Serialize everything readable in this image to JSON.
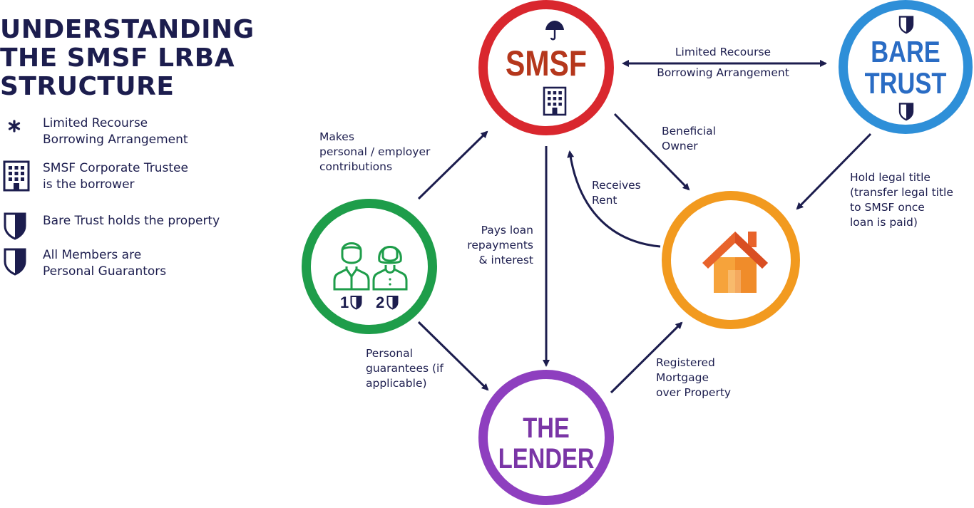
{
  "title": {
    "line1": "UNDERSTANDING",
    "line2": "THE SMSF LRBA",
    "line3": "STRUCTURE"
  },
  "legend": [
    {
      "icon": "asterisk-icon",
      "line1": "Limited Recourse",
      "line2": "Borrowing Arrangement"
    },
    {
      "icon": "building-icon",
      "line1": "SMSF Corporate Trustee",
      "line2": "is the borrower"
    },
    {
      "icon": "shield-icon",
      "line1": "Bare Trust holds the property",
      "line2": ""
    },
    {
      "icon": "shield-icon",
      "line1": "All Members are",
      "line2": "Personal Guarantors"
    }
  ],
  "nodes": {
    "smsf": {
      "label": "SMSF",
      "color": "#d9272e",
      "icons": [
        "umbrella-icon",
        "building-icon"
      ]
    },
    "bare_trust": {
      "line1": "BARE",
      "line2": "TRUST",
      "color": "#2e8fd8",
      "icons": [
        "shield-icon",
        "shield-icon"
      ]
    },
    "members": {
      "color": "#1e9d4a",
      "badge1": "1",
      "badge2": "2",
      "icons": [
        "man-icon",
        "woman-icon"
      ]
    },
    "lender": {
      "line1": "THE",
      "line2": "LENDER",
      "color": "#8e3fbf"
    },
    "property": {
      "color": "#f29a1f",
      "icons": [
        "house-icon"
      ]
    }
  },
  "connections": {
    "lrba": {
      "line1": "Limited Recourse",
      "line2": "Borrowing Arrangement"
    },
    "contributions": {
      "line1": "Makes",
      "line2": "personal / employer",
      "line3": "contributions"
    },
    "beneficial": {
      "line1": "Beneficial",
      "line2": "Owner"
    },
    "legal_title": {
      "line1": "Hold legal title",
      "line2": "(transfer legal title",
      "line3": "to SMSF once",
      "line4": "loan is paid)"
    },
    "rent": {
      "line1": "Receives",
      "line2": "Rent"
    },
    "loan": {
      "line1": "Pays loan",
      "line2": "repayments",
      "line3": "& interest"
    },
    "guarantees": {
      "line1": "Personal",
      "line2": "guarantees (if",
      "line3": "applicable)"
    },
    "mortgage": {
      "line1": "Registered",
      "line2": "Mortgage",
      "line3": "over Property"
    }
  },
  "colors": {
    "navy": "#1c1d4e",
    "smsf_text": "#b5371c",
    "bare_trust_text": "#2a6cc4",
    "lender_text": "#7a35a6"
  }
}
